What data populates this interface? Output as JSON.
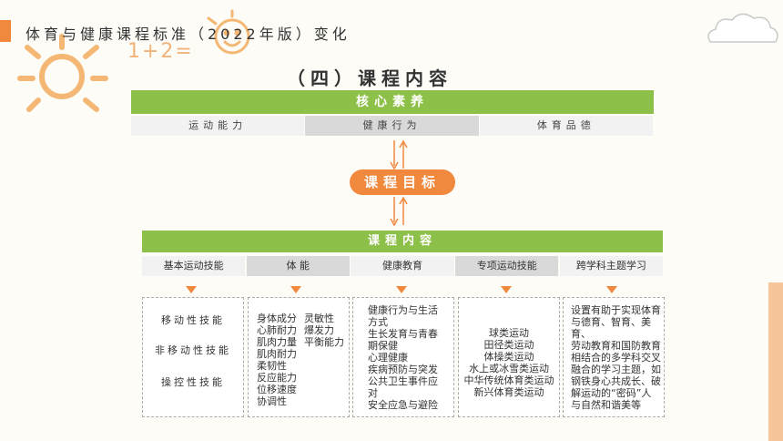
{
  "header": {
    "title": "体育与健康课程标准（2022年版）变化"
  },
  "section_title": "（四）课程内容",
  "core": {
    "heading": "核心素养",
    "items": [
      "运动能力",
      "健康行为",
      "体育品德"
    ]
  },
  "goal": {
    "label": "课程目标"
  },
  "content": {
    "heading": "课程内容",
    "categories": [
      "基本运动技能",
      "体 能",
      "健康教育",
      "专项运动技能",
      "跨学科主题学习"
    ],
    "basic_skills": [
      "移动性技能",
      "非移动性技能",
      "操控性技能"
    ],
    "fitness_col1": [
      "身体成分",
      "心肺耐力",
      "肌肉力量",
      "肌肉耐力",
      "柔韧性",
      "反应能力",
      "位移速度",
      "协调性"
    ],
    "fitness_col2": [
      "灵敏性",
      "爆发力",
      "平衡能力"
    ],
    "health_lines": [
      "健康行为与生活",
      "方式",
      "生长发育与青春",
      "期保健",
      "心理健康",
      "疾病预防与突发",
      "公共卫生事件应",
      "对",
      "安全应急与避险"
    ],
    "special_skills": [
      "球类运动",
      "田径类运动",
      "体操类运动",
      "水上或冰雪类运动",
      "中华传统体育类运动",
      "新兴体育类运动"
    ],
    "cross_lines": [
      "设置有助于实现体育",
      "与德育、智育、美育、",
      "劳动教育和国防教育",
      "相结合的多学科交叉",
      "融合的学习主题，如",
      "钢铁身心共成长、破",
      "解运动的“密码”人",
      "与自然和谐美等"
    ]
  },
  "decor": {
    "math_text": "1+2="
  },
  "colors": {
    "accent_orange": "#f0883e",
    "accent_green": "#8dc048"
  }
}
